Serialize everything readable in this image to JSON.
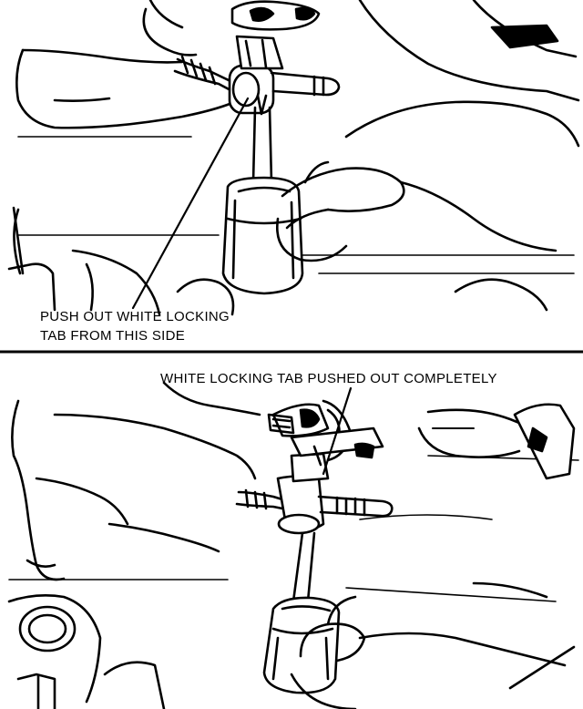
{
  "panels": [
    {
      "callout": {
        "line1": "PUSH OUT WHITE LOCKING",
        "line2": "TAB FROM THIS SIDE"
      }
    },
    {
      "callout": {
        "text": "WHITE LOCKING TAB PUSHED OUT COMPLETELY"
      }
    }
  ],
  "colors": {
    "ink": "#000000",
    "paper": "#ffffff"
  }
}
